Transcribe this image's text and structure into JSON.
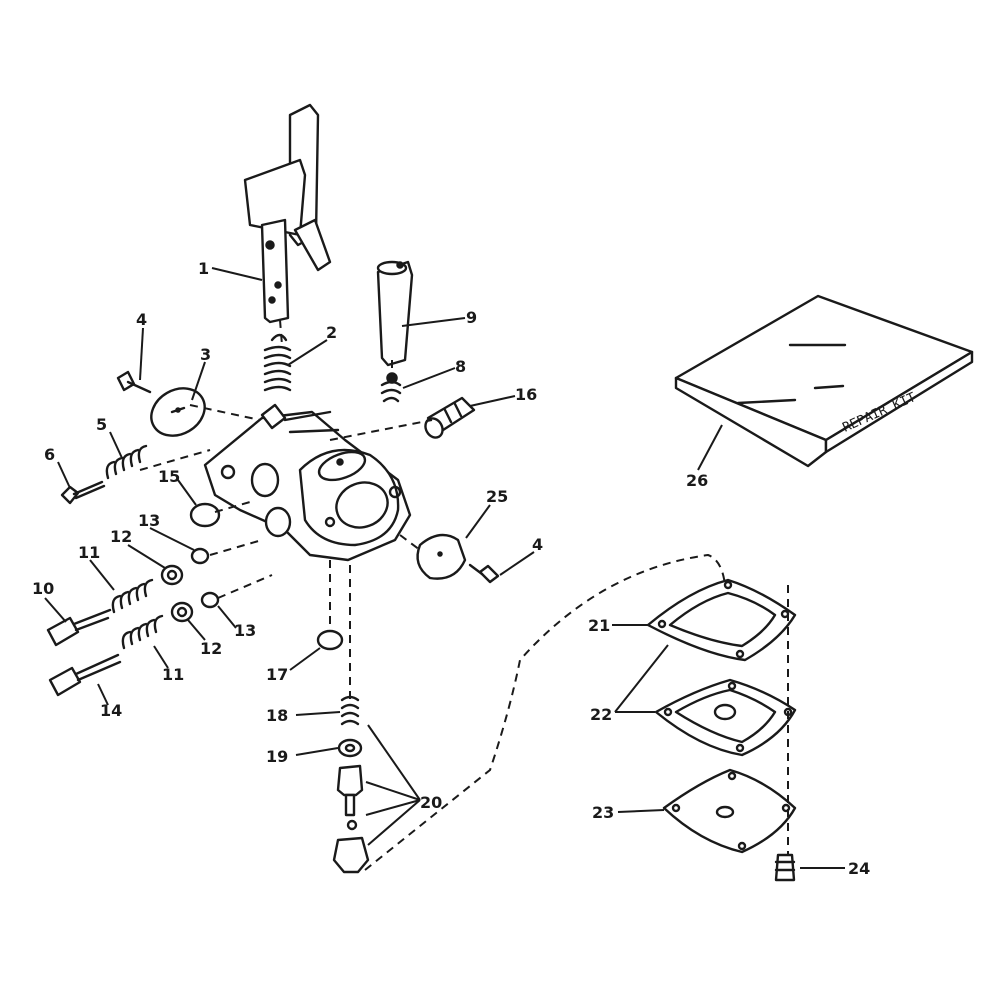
{
  "callouts": [
    {
      "id": "1",
      "label": "1"
    },
    {
      "id": "2",
      "label": "2"
    },
    {
      "id": "3",
      "label": "3"
    },
    {
      "id": "4a",
      "label": "4"
    },
    {
      "id": "4b",
      "label": "4"
    },
    {
      "id": "5",
      "label": "5"
    },
    {
      "id": "6",
      "label": "6"
    },
    {
      "id": "8",
      "label": "8"
    },
    {
      "id": "9",
      "label": "9"
    },
    {
      "id": "10",
      "label": "10"
    },
    {
      "id": "11a",
      "label": "11"
    },
    {
      "id": "11b",
      "label": "11"
    },
    {
      "id": "12a",
      "label": "12"
    },
    {
      "id": "12b",
      "label": "12"
    },
    {
      "id": "13a",
      "label": "13"
    },
    {
      "id": "13b",
      "label": "13"
    },
    {
      "id": "14",
      "label": "14"
    },
    {
      "id": "15",
      "label": "15"
    },
    {
      "id": "16",
      "label": "16"
    },
    {
      "id": "17",
      "label": "17"
    },
    {
      "id": "18",
      "label": "18"
    },
    {
      "id": "19",
      "label": "19"
    },
    {
      "id": "20",
      "label": "20"
    },
    {
      "id": "21",
      "label": "21"
    },
    {
      "id": "22",
      "label": "22"
    },
    {
      "id": "23",
      "label": "23"
    },
    {
      "id": "24",
      "label": "24"
    },
    {
      "id": "25",
      "label": "25"
    },
    {
      "id": "26",
      "label": "26"
    }
  ],
  "repair_book": {
    "cover_text": "REPAIR KIT"
  },
  "colors": {
    "ink": "#1a1a1a",
    "paper": "#ffffff"
  }
}
